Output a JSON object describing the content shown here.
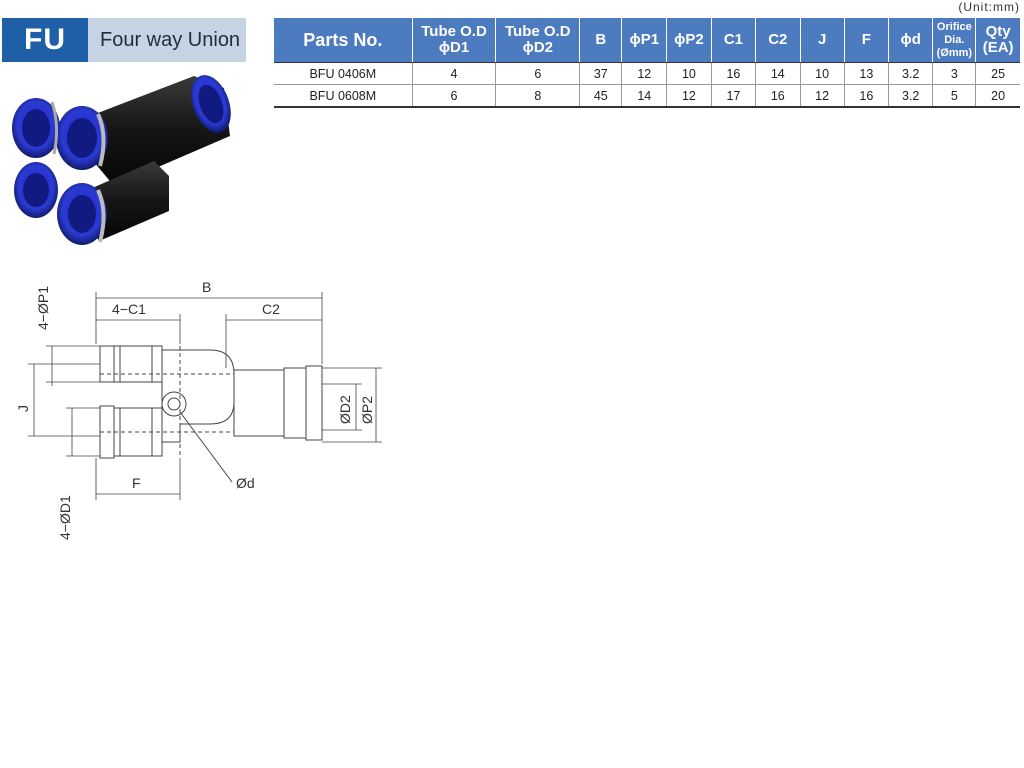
{
  "header": {
    "code": "FU",
    "name": "Four way Union"
  },
  "unit_note": "(Unit:mm)",
  "table": {
    "headers": [
      {
        "l1": "Parts No.",
        "l2": ""
      },
      {
        "l1": "Tube O.D",
        "l2": "ϕD1"
      },
      {
        "l1": "Tube O.D",
        "l2": "ϕD2"
      },
      {
        "l1": "B",
        "l2": ""
      },
      {
        "l1": "ϕP1",
        "l2": ""
      },
      {
        "l1": "ϕP2",
        "l2": ""
      },
      {
        "l1": "C1",
        "l2": ""
      },
      {
        "l1": "C2",
        "l2": ""
      },
      {
        "l1": "J",
        "l2": ""
      },
      {
        "l1": "F",
        "l2": ""
      },
      {
        "l1": "ϕd",
        "l2": ""
      },
      {
        "l1": "Orifice Dia.",
        "l2": "(Ømm)"
      },
      {
        "l1": "Qty",
        "l2": "(EA)"
      }
    ],
    "rows": [
      [
        "BFU 0406M",
        "4",
        "6",
        "37",
        "12",
        "10",
        "16",
        "14",
        "10",
        "13",
        "3.2",
        "3",
        "25"
      ],
      [
        "BFU 0608M",
        "6",
        "8",
        "45",
        "14",
        "12",
        "17",
        "16",
        "12",
        "16",
        "3.2",
        "5",
        "20"
      ]
    ]
  },
  "drawing_labels": {
    "B": "B",
    "C1": "4−C1",
    "C2": "C2",
    "P1": "4−ØP1",
    "J": "J",
    "D1": "4−ØD1",
    "F": "F",
    "d": "Ød",
    "D2": "ØD2",
    "P2": "ØP2"
  },
  "colors": {
    "brand_blue": "#1f5fa8",
    "header_blue": "#4d7bbf",
    "header_light": "#c5d3e3",
    "fitting_body": "#1c1c1c",
    "fitting_ring": "#2a3bd1"
  }
}
